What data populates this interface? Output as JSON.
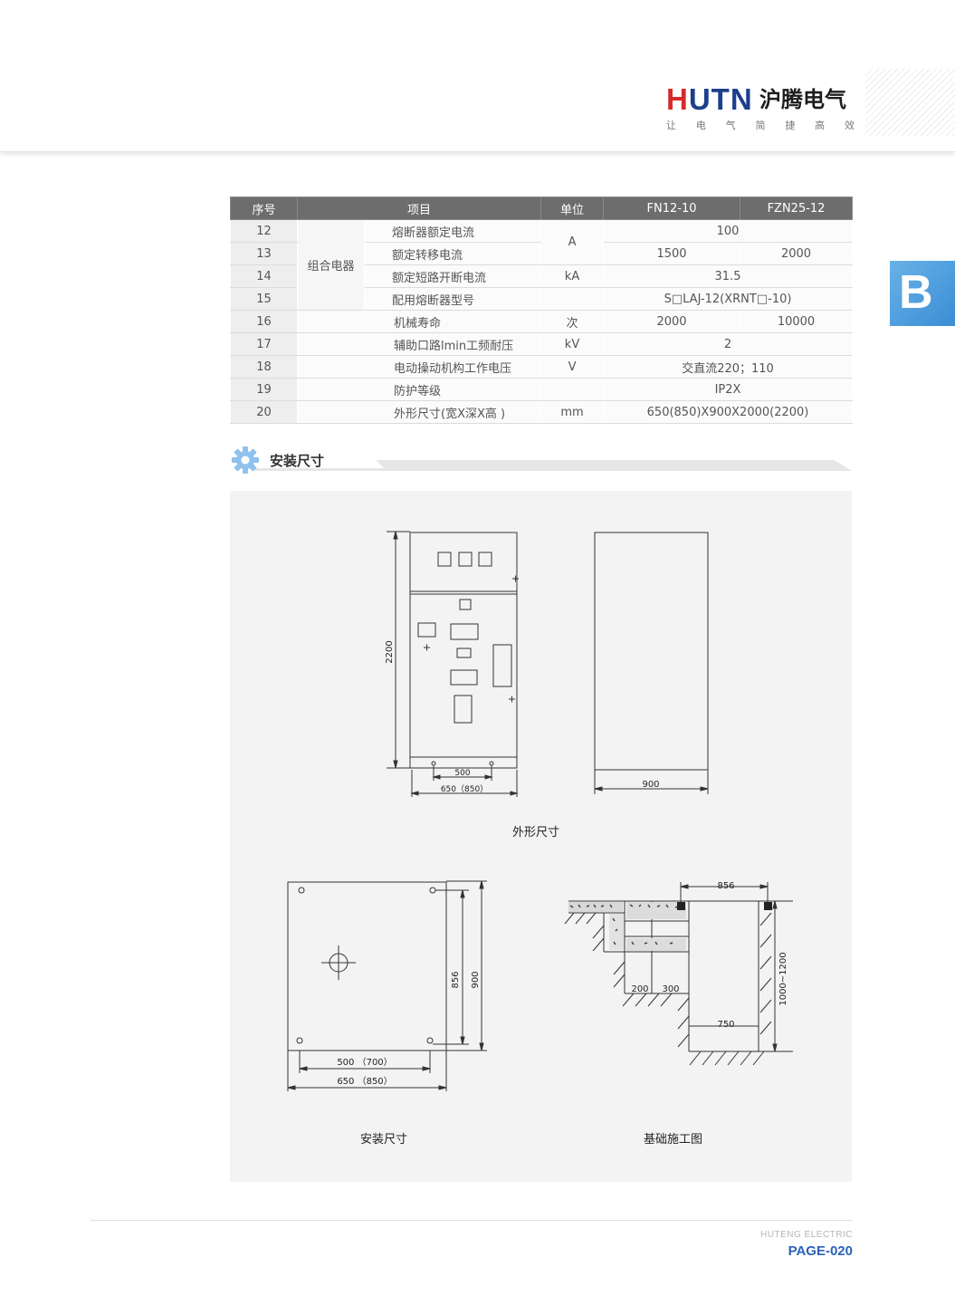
{
  "brand": {
    "logo_text": "HUTN",
    "name_cn": "沪腾电气",
    "slogan": [
      "让",
      "电",
      "气",
      "简",
      "捷",
      "高",
      "效"
    ]
  },
  "side_tab": "B",
  "table": {
    "headers": [
      "序号",
      "项目",
      "单位",
      "FN12-10",
      "FZN25-12"
    ],
    "group_label": "组合电器",
    "rows": [
      {
        "no": "12",
        "item": "熔断器额定电流",
        "unit": "A",
        "value": "100"
      },
      {
        "no": "13",
        "item": "额定转移电流",
        "value_a": "1500",
        "value_b": "2000"
      },
      {
        "no": "14",
        "item": "额定短路开断电流",
        "unit": "kA",
        "value": "31.5"
      },
      {
        "no": "15",
        "item": "配用熔断器型号",
        "unit": "",
        "value": "S□LAJ-12(XRNT□-10)"
      },
      {
        "no": "16",
        "item": "机械寿命",
        "unit": "次",
        "value_a": "2000",
        "value_b": "10000"
      },
      {
        "no": "17",
        "item": "辅助口路lmin工频耐压",
        "unit": "kV",
        "value": "2"
      },
      {
        "no": "18",
        "item": "电动操动机构工作电压",
        "unit": "V",
        "value": "交直流220；110"
      },
      {
        "no": "19",
        "item": "防护等级",
        "unit": "",
        "value": "IP2X"
      },
      {
        "no": "20",
        "item": "外形尺寸(宽X深X高 )",
        "unit": "mm",
        "value": "650(850)X900X2000(2200)"
      }
    ]
  },
  "section": {
    "title": "安装尺寸"
  },
  "drawings": {
    "front_height": "2200",
    "front_width_inner": "500",
    "front_width_outer": "650（850）",
    "side_depth": "900",
    "caption_outline": "外形尺寸",
    "plan_depth_inner": "856",
    "plan_depth_outer": "900",
    "plan_width_inner": "500 （700）",
    "plan_width_outer": "650 （850）",
    "caption_install": "安装尺寸",
    "found_top": "856",
    "found_w1": "200",
    "found_w2": "300",
    "found_depth": "1000~1200",
    "found_bottom": "750",
    "caption_foundation": "基础施工图"
  },
  "footer": {
    "brand": "HUTENG ELECTRIC",
    "page": "PAGE-020"
  },
  "colors": {
    "logo_blue": "#1c3f8c",
    "logo_red": "#d62a2a",
    "accent_blue": "#3a8dd4",
    "header_gray": "#6d6d6d",
    "page_blue": "#2b62b8"
  }
}
